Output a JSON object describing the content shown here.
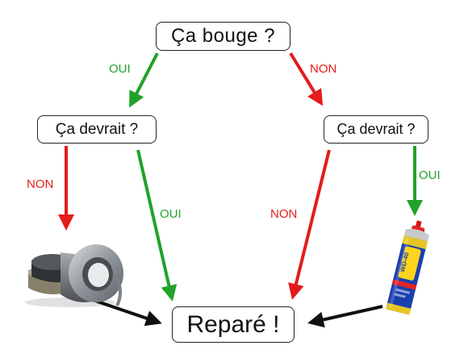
{
  "nodes": {
    "top": "Ça  bouge  ?",
    "left": "Ça  devrait  ?",
    "right": "Ça  devrait  ?",
    "bottom": "Reparé  !"
  },
  "edge_labels": {
    "top_left": "OUI",
    "top_right": "NON",
    "left_down": "NON",
    "left_to_bottom": "OUI",
    "right_to_bottom": "NON",
    "right_down": "OUI"
  },
  "images": {
    "left": "duct-tape-roll",
    "right": "wd40-spray-can",
    "can_brand": "WD-40"
  },
  "colors": {
    "yes": "#22a22a",
    "no": "#e31b1b",
    "result": "#111111"
  }
}
